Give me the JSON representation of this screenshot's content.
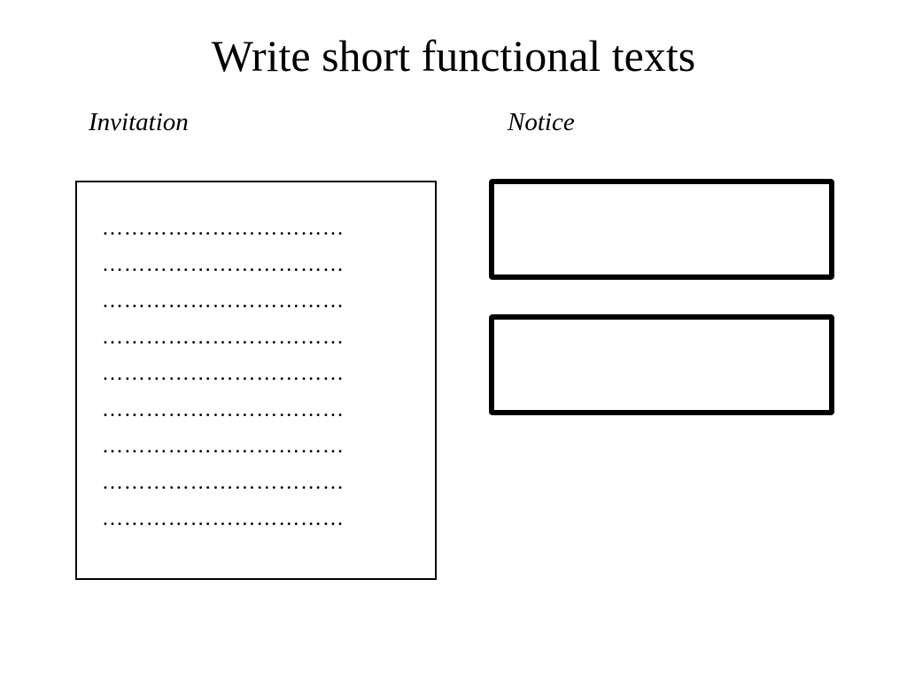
{
  "slide": {
    "title": "Write short functional texts"
  },
  "sections": {
    "invitation": {
      "label": "Invitation",
      "lines": [
        "……………………………",
        "……………………………",
        "……………………………",
        "……………………………",
        "……………………………",
        "……………………………",
        "……………………………",
        "……………………………",
        "……………………………"
      ]
    },
    "notice": {
      "label": "Notice"
    }
  }
}
